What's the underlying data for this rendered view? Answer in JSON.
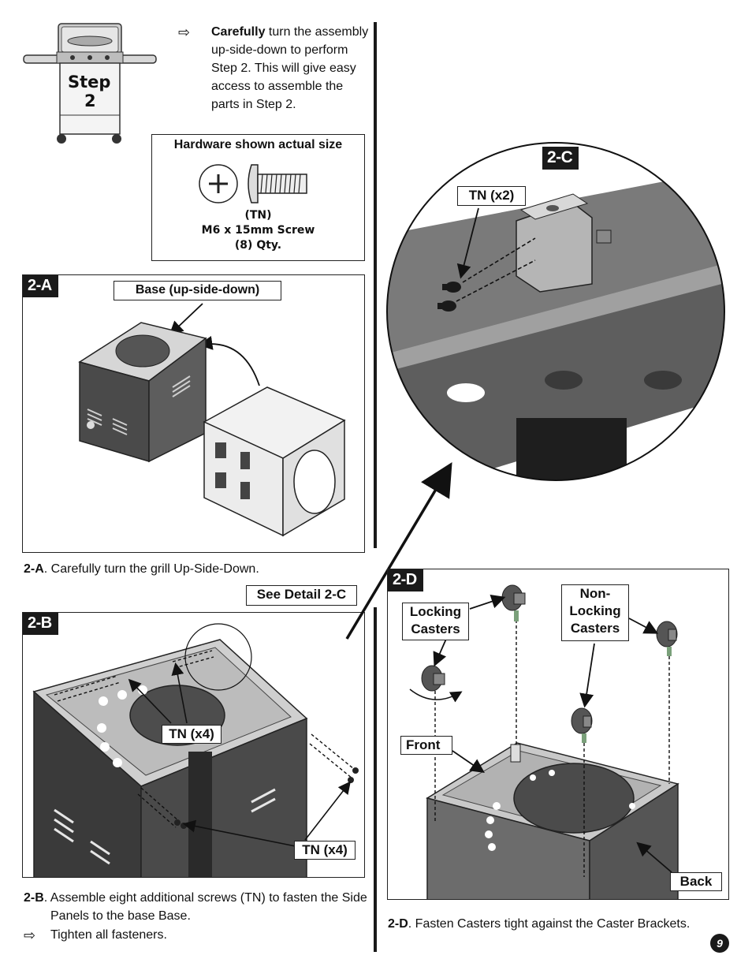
{
  "step_icon": {
    "label_word": "Step",
    "label_number": "2"
  },
  "intro": {
    "bold": "Carefully",
    "line1_rest": " turn the assembly",
    "line2": "up-side-down to perform",
    "line3": "Step 2.  This will give easy",
    "line4": "access to assemble the",
    "line5": "parts in Step 2."
  },
  "hardware": {
    "title": "Hardware shown actual size",
    "code": "(TN)",
    "description": "M6 x 15mm Screw",
    "quantity": "(8) Qty."
  },
  "panel_2a": {
    "tag": "2-A",
    "callout": "Base (up-side-down)",
    "caption_bold": "2-A",
    "caption_rest": ". Carefully turn the grill Up-Side-Down."
  },
  "panel_2b": {
    "tag": "2-B",
    "see_detail": "See Detail 2-C",
    "callout_tn_upper": "TN (x4)",
    "callout_tn_lower": "TN (x4)",
    "caption_bold": "2-B",
    "caption_rest": ". Assemble eight additional screws (TN) to fasten the Side",
    "caption_line2": "Panels to the base Base.",
    "tighten": "Tighten all fasteners."
  },
  "panel_2c": {
    "tag": "2-C",
    "callout": "TN (x2)"
  },
  "panel_2d": {
    "tag": "2-D",
    "locking_line1": "Locking",
    "locking_line2": "Casters",
    "nonlocking_line1": "Non-",
    "nonlocking_line2": "Locking",
    "nonlocking_line3": "Casters",
    "front": "Front",
    "back": "Back",
    "caption_bold": "2-D",
    "caption_rest": ". Fasten Casters tight against the Caster Brackets."
  },
  "page_number": "9"
}
